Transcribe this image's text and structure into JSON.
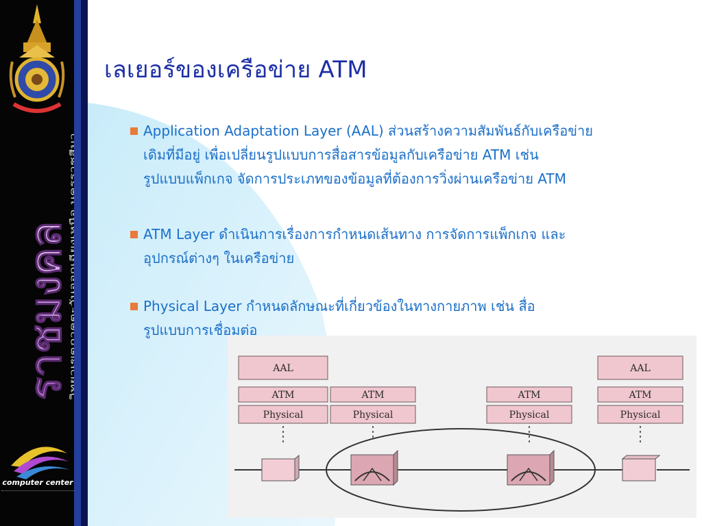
{
  "slide": {
    "title": "เลเยอร์ของเครือข่าย ATM",
    "bullets": [
      {
        "lines": [
          "Application Adaptation Layer (AAL) ส่วนสร้างความสัมพันธ์กับเครือข่าย",
          "เดิมที่มีอยู่   เพื่อเปลี่ยนรูปแบบการสื่อสารข้อมูลกับเครือข่าย ATM   เช่น",
          "รูปแบบแพ็กเกจ  จัดการประเภทของข้อมูลที่ต้องการวิ่งผ่านเครือข่าย ATM"
        ]
      },
      {
        "lines": [
          "ATM Layer  ดำเนินการเรื่องการกำหนดเส้นทาง การจัดการแพ็กเกจ และ",
          "อุปกรณ์ต่างๆ ในเครือข่าย"
        ]
      },
      {
        "lines": [
          "Physical Layer  กำหนดลักษณะที่เกี่ยวข้องในทางกายภาพ เช่น สื่อ",
          "รูปแบบการเชื่อมต่อ"
        ]
      }
    ]
  },
  "figure": {
    "left_stack": {
      "aal": "AAL",
      "atm": "ATM",
      "physical": "Physical"
    },
    "switch_1": {
      "atm": "ATM",
      "physical": "Physical"
    },
    "switch_2": {
      "atm": "ATM",
      "physical": "Physical"
    },
    "right_stack": {
      "aal": "AAL",
      "atm": "ATM",
      "physical": "Physical"
    }
  },
  "sidebar": {
    "vertical_title": "ราชมงคล",
    "vertical_subtitle": "วิทยาเขตภาคตะวันออกเฉียงเหนือ นครราชสีมา",
    "logo_label": "computer center"
  },
  "colors": {
    "title": "#1c2fa6",
    "body_text": "#1b6fc9",
    "bullet_marker": "#e87a3a",
    "sidebar": "#050505",
    "layer_box": "#f0c6cf"
  },
  "icons": [
    "university-crest-icon",
    "computer-center-logo-icon",
    "switch-icon"
  ]
}
